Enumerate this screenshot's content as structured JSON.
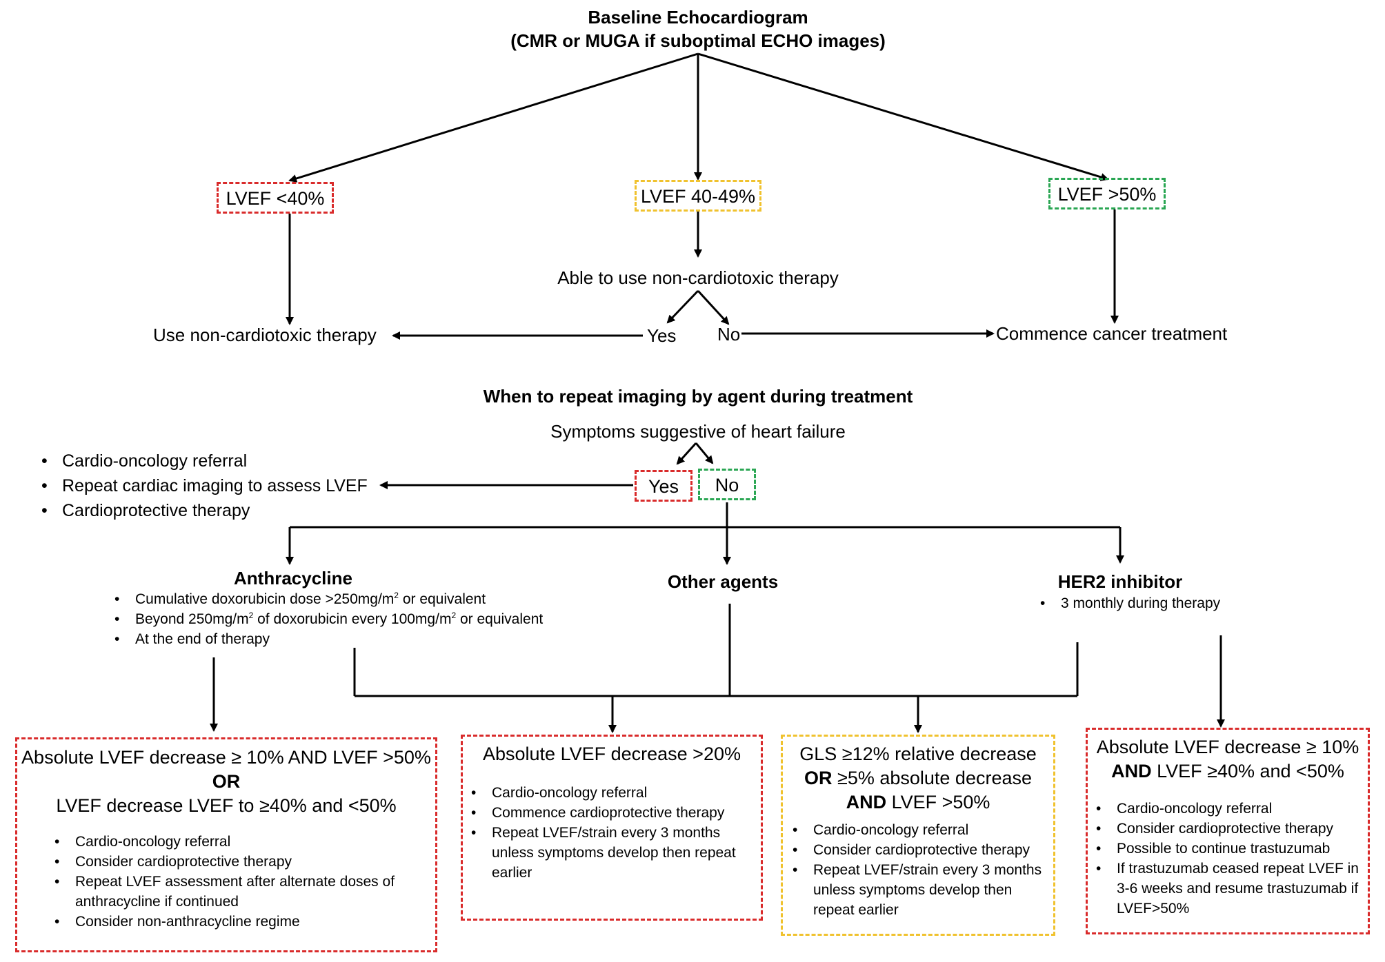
{
  "baseline": {
    "title": "Baseline Echocardiogram",
    "subtitle": "(CMR or MUGA if suboptimal ECHO images)"
  },
  "lvef_categories": [
    {
      "label": "LVEF <40%",
      "color": "#d92b2b"
    },
    {
      "label": "LVEF 40-49%",
      "color": "#f0c22e"
    },
    {
      "label": "LVEF >50%",
      "color": "#2aa653"
    }
  ],
  "decision": {
    "question": "Able to use non-cardiotoxic therapy",
    "yes": "Yes",
    "no": "No",
    "use_non_cardiotoxic": "Use non-cardiotoxic therapy",
    "commence": "Commence cancer treatment"
  },
  "repeat_section": {
    "title": "When to repeat imaging by agent during treatment",
    "symptoms_question": "Symptoms suggestive of heart failure",
    "yes": "Yes",
    "no": "No",
    "yes_actions": [
      "Cardio-oncology referral",
      "Repeat cardiac imaging to assess LVEF",
      "Cardioprotective therapy"
    ]
  },
  "agents": {
    "anthracycline": {
      "title": "Anthracycline",
      "bullets": [
        {
          "pre": "Cumulative doxorubicin dose >250mg/m",
          "sup": "2",
          "post": " or equivalent"
        },
        {
          "pre": "Beyond 250mg/m",
          "sup": "2",
          "mid": " of doxorubicin every 100mg/m",
          "sup2": "2",
          "post": " or equivalent"
        },
        {
          "pre": "At the end of therapy"
        }
      ]
    },
    "other": {
      "title": "Other agents"
    },
    "her2": {
      "title": "HER2 inhibitor",
      "bullets": [
        "3 monthly during therapy"
      ]
    }
  },
  "criteria_boxes": [
    {
      "color": "#d92b2b",
      "line1": "Absolute LVEF decrease ≥ 10% AND LVEF >50%",
      "line2": "OR",
      "line3": "LVEF decrease LVEF to ≥40% and <50%",
      "bullets": [
        "Cardio-oncology referral",
        "Consider cardioprotective therapy",
        "Repeat LVEF assessment after alternate doses of anthracycline if continued",
        "Consider non-anthracycline regime"
      ]
    },
    {
      "color": "#d92b2b",
      "line1": "Absolute LVEF decrease >20%",
      "bullets": [
        "Cardio-oncology referral",
        "Commence cardioprotective therapy",
        "Repeat LVEF/strain every 3 months unless symptoms develop then repeat earlier"
      ]
    },
    {
      "color": "#f0c22e",
      "line1": "GLS ≥12% relative decrease",
      "line2_bold": "OR",
      "line2_rest": " ≥5% absolute decrease",
      "line3_bold": "AND",
      "line3_rest": " LVEF >50%",
      "bullets": [
        "Cardio-oncology referral",
        "Consider cardioprotective therapy",
        "Repeat LVEF/strain every 3 months unless symptoms develop then repeat earlier"
      ]
    },
    {
      "color": "#d92b2b",
      "line1": "Absolute LVEF decrease ≥ 10%",
      "line2_bold": "AND",
      "line2_rest": " LVEF ≥40% and <50%",
      "bullets": [
        "Cardio-oncology referral",
        "Consider cardioprotective therapy",
        "Possible to continue trastuzumab",
        "If trastuzumab ceased repeat LVEF in 3-6 weeks and resume trastuzumab if LVEF>50%"
      ]
    }
  ]
}
